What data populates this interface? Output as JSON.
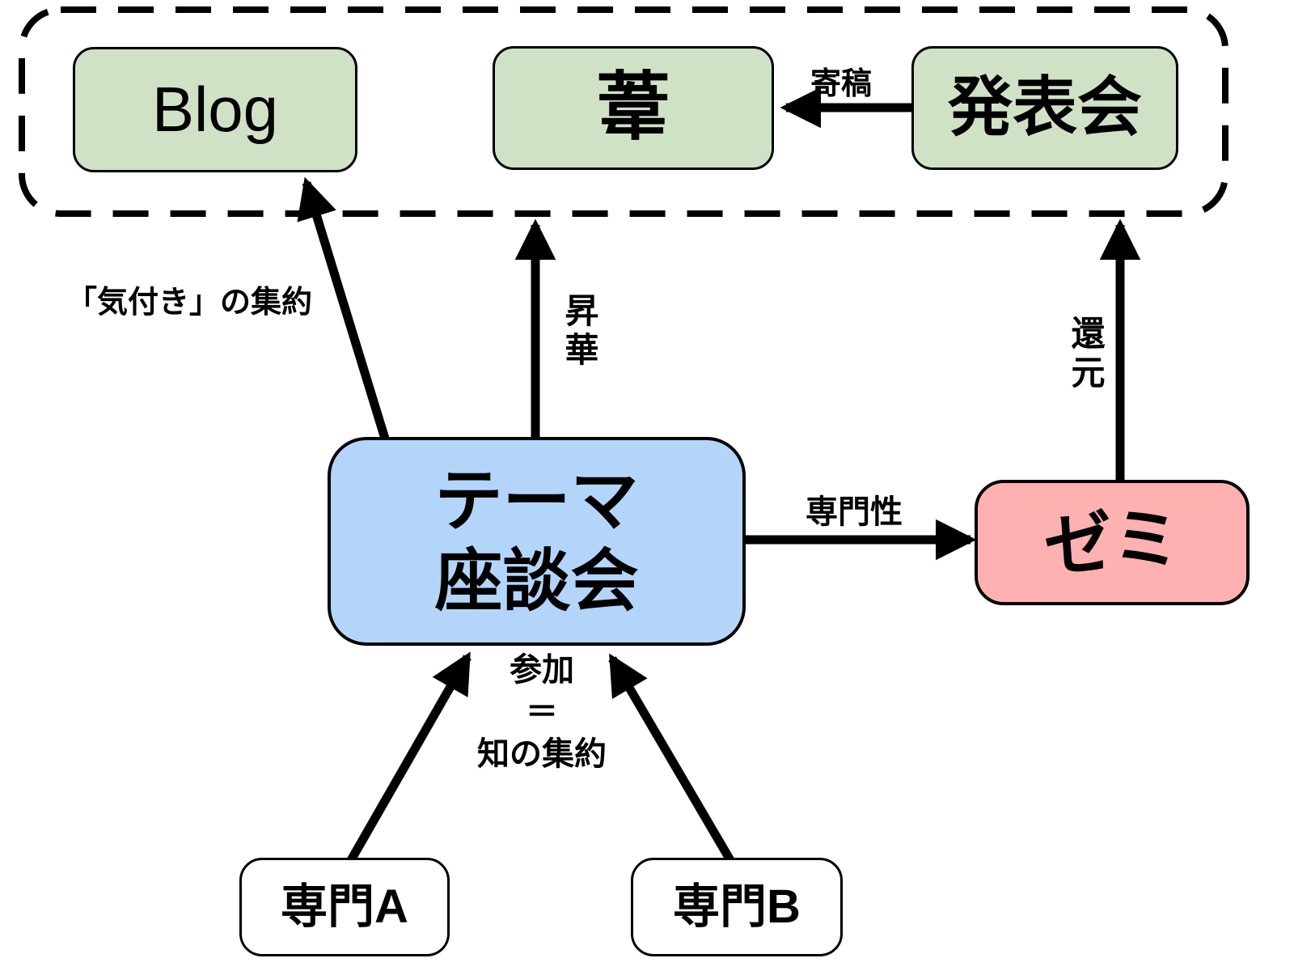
{
  "diagram": {
    "title": "knowledge-flow-diagram",
    "output_group": {
      "name": "dashed-output-container"
    },
    "nodes": {
      "blog": {
        "label": "Blog"
      },
      "ashi": {
        "label": "葦"
      },
      "happyokai": {
        "label": "発表会"
      },
      "theme": {
        "label": "テーマ\n座談会"
      },
      "zemi": {
        "label": "ゼミ"
      },
      "senmon_a": {
        "label": "専門A"
      },
      "senmon_b": {
        "label": "専門B"
      }
    },
    "edge_labels": {
      "kikou": "寄稿",
      "kizuki": "「気付き」の集約",
      "shoka": "昇華",
      "kangen": "還元",
      "senmonsei": "専門性",
      "sanka": "参加\n＝\n知の集約"
    },
    "colors": {
      "green": "#cfe2c6",
      "blue": "#b3d5fa",
      "pink": "#ffb1b1",
      "white": "#ffffff",
      "line": "#000000"
    }
  }
}
